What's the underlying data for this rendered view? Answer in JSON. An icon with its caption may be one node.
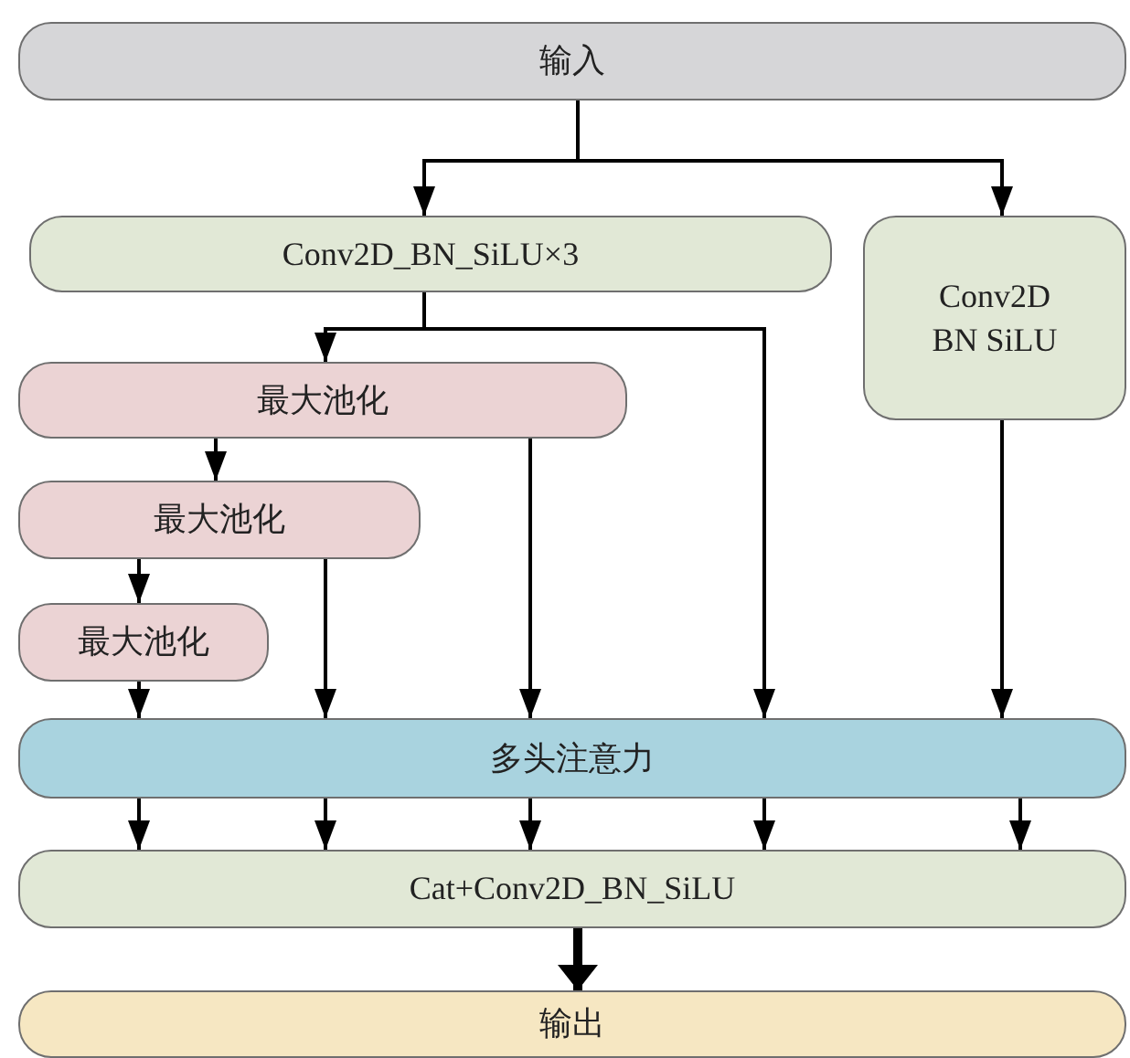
{
  "diagram": {
    "nodes": [
      {
        "text": [
          "输入"
        ]
      },
      {
        "text": [
          "Conv2D_BN_SiLU×3"
        ]
      },
      {
        "text": [
          "Conv2D BN SiLU"
        ]
      },
      {
        "text": [
          "最大池化"
        ]
      },
      {
        "text": [
          "最大池化"
        ]
      },
      {
        "text": [
          "最大池化"
        ]
      },
      {
        "text": [
          "多头注意力"
        ]
      },
      {
        "text": [
          "Cat+Conv2D_BN_SiLU"
        ]
      },
      {
        "text": [
          "输出"
        ]
      }
    ],
    "edges": [
      {
        "from": 0,
        "to": 1,
        "arrow": "to"
      },
      {
        "from": 0,
        "to": 2,
        "arrow": "to"
      },
      {
        "from": 1,
        "to": 3,
        "arrow": "to"
      },
      {
        "from": 1,
        "to": 6,
        "arrow": "to"
      },
      {
        "from": 3,
        "to": 4,
        "arrow": "to"
      },
      {
        "from": 3,
        "to": 6,
        "arrow": "to"
      },
      {
        "from": 4,
        "to": 5,
        "arrow": "to"
      },
      {
        "from": 4,
        "to": 6,
        "arrow": "to"
      },
      {
        "from": 5,
        "to": 6,
        "arrow": "to"
      },
      {
        "from": 2,
        "to": 6,
        "arrow": "to"
      },
      {
        "from": 6,
        "to": 7,
        "arrow": "to"
      },
      {
        "from": 6,
        "to": 7,
        "arrow": "to"
      },
      {
        "from": 6,
        "to": 7,
        "arrow": "to"
      },
      {
        "from": 6,
        "to": 7,
        "arrow": "to"
      },
      {
        "from": 6,
        "to": 7,
        "arrow": "to"
      },
      {
        "from": 7,
        "to": 8,
        "arrow": "to",
        "style": "thick"
      }
    ]
  }
}
